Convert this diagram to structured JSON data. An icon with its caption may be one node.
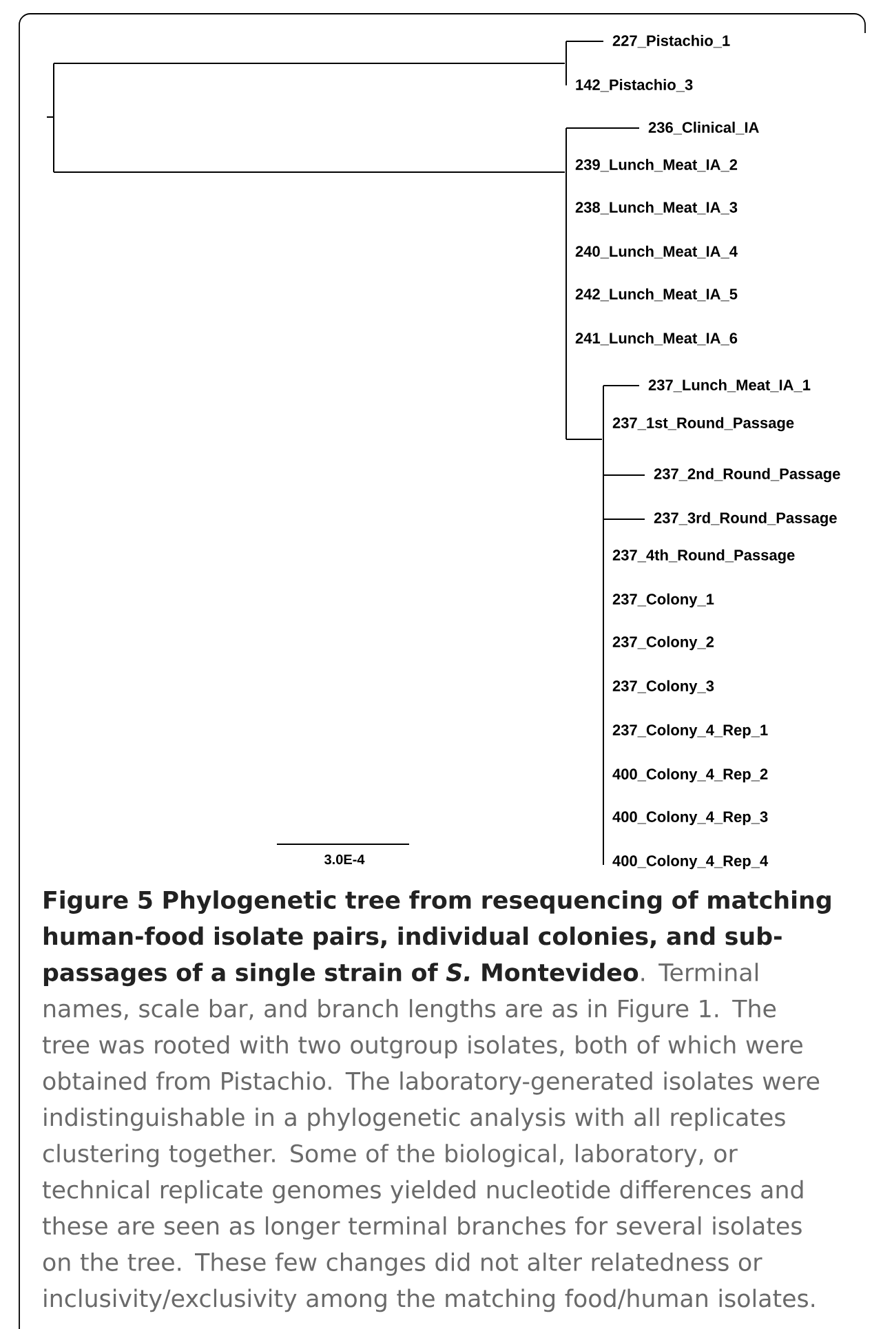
{
  "diagram": {
    "title": "Figure 5 Phylogenetic tree from resequencing of matching human-food isolate pairs, individual colonies, and sub-passages of a single strain of *S.* Montevideo",
    "caption": ". Terminal names, scale bar, and branch lengths are as in Figure 1. The tree was rooted with two outgroup isolates, both of which were obtained from Pistachio. The laboratory-generated isolates were indistinguishable in a phylogenetic analysis with all replicates clustering together. Some of the biological, laboratory, or technical replicate genomes yielded nucleotide differences and these are seen as longer terminal branches for several isolates on the tree. These few changes did not alter relatedness or inclusivity/exclusivity among the matching food/human isolates.",
    "nodes": [
      {
        "text": [],
        "shape": "bar"
      },
      {
        "text": [],
        "shape": "bar"
      },
      {
        "text": [
          "227_Pistachio_1"
        ]
      },
      {
        "text": [
          "142_Pistachio_3"
        ]
      },
      {
        "text": [],
        "shape": "bar"
      },
      {
        "text": [
          "236_Clinical_IA"
        ]
      },
      {
        "text": [
          "239_Lunch_Meat_IA_2"
        ]
      },
      {
        "text": [
          "238_Lunch_Meat_IA_3"
        ]
      },
      {
        "text": [
          "240_Lunch_Meat_IA_4"
        ]
      },
      {
        "text": [
          "242_Lunch_Meat_IA_5"
        ]
      },
      {
        "text": [
          "241_Lunch_Meat_IA_6"
        ]
      },
      {
        "text": [],
        "shape": "bar"
      },
      {
        "text": [
          "237_Lunch_Meat_IA_1"
        ]
      },
      {
        "text": [
          "237_1st_Round_Passage"
        ]
      },
      {
        "text": [
          "237_2nd_Round_Passage"
        ]
      },
      {
        "text": [
          "237_3rd_Round_Passage"
        ]
      },
      {
        "text": [
          "237_4th_Round_Passage"
        ]
      },
      {
        "text": [
          "237_Colony_1"
        ]
      },
      {
        "text": [
          "237_Colony_2"
        ]
      },
      {
        "text": [
          "237_Colony_3"
        ]
      },
      {
        "text": [
          "237_Colony_4_Rep_1"
        ]
      },
      {
        "text": [
          "400_Colony_4_Rep_2"
        ]
      },
      {
        "text": [
          "400_Colony_4_Rep_3"
        ]
      },
      {
        "text": [
          "400_Colony_4_Rep_4"
        ]
      }
    ],
    "edges": [
      {
        "from": 0,
        "to": 1,
        "arrow": "none"
      },
      {
        "from": 0,
        "to": 4,
        "arrow": "none"
      },
      {
        "from": 1,
        "to": 2,
        "arrow": "none"
      },
      {
        "from": 4,
        "to": 5,
        "arrow": "none"
      },
      {
        "from": 4,
        "to": 11,
        "arrow": "none"
      },
      {
        "from": 11,
        "to": 12,
        "arrow": "none"
      },
      {
        "from": 11,
        "to": 14,
        "arrow": "none"
      },
      {
        "from": 11,
        "to": 15,
        "arrow": "none"
      }
    ],
    "labels": [
      "3.0E-4"
    ]
  }
}
